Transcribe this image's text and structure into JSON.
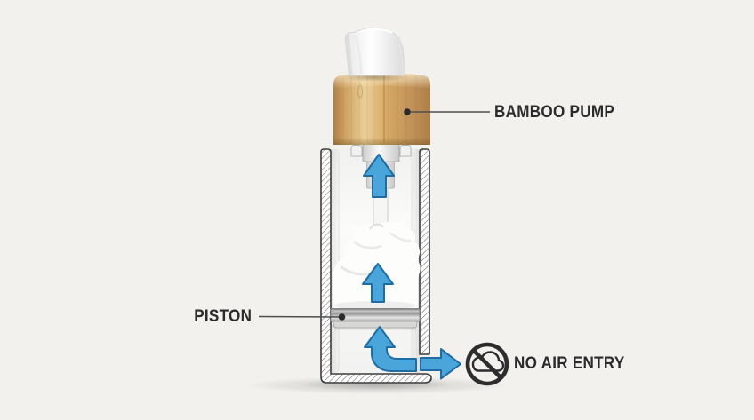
{
  "figure": {
    "labels": {
      "bamboo_pump": "BAMBOO PUMP",
      "piston": "PISTON",
      "no_air_entry": "NO AIR ENTRY"
    },
    "icons": {
      "no_air": "prohibited-cloud-icon"
    },
    "colors": {
      "background": "#f2f1ee",
      "arrow_fill": "#4aa6da",
      "arrow_stroke": "#1e6ca4",
      "label_text": "#2b2b2b",
      "leader_line": "#4f4f4f",
      "icon_color": "#2d2d2d",
      "wall_outline": "#3c3c3c",
      "hatch_line": "#6e6e6e",
      "bamboo_light": "#ecd09a",
      "bamboo_mid": "#d8ac67",
      "bamboo_dark": "#ad7f49"
    }
  }
}
